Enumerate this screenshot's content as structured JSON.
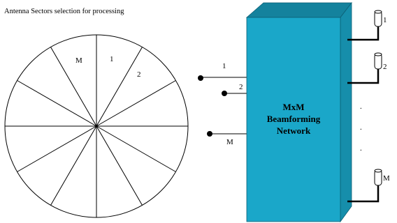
{
  "title": "Antenna Sectors selection for processing",
  "sector_labels": {
    "m": "M",
    "one": "1",
    "two": "2"
  },
  "sector_count": 12,
  "input_ports": [
    "1",
    "2",
    "M"
  ],
  "box": {
    "line1": "MxM",
    "line2": "Beamforming",
    "line3": "Network",
    "color": "#1aa7c9"
  },
  "antennas": [
    "1",
    "2",
    "M"
  ],
  "ellipsis": "."
}
